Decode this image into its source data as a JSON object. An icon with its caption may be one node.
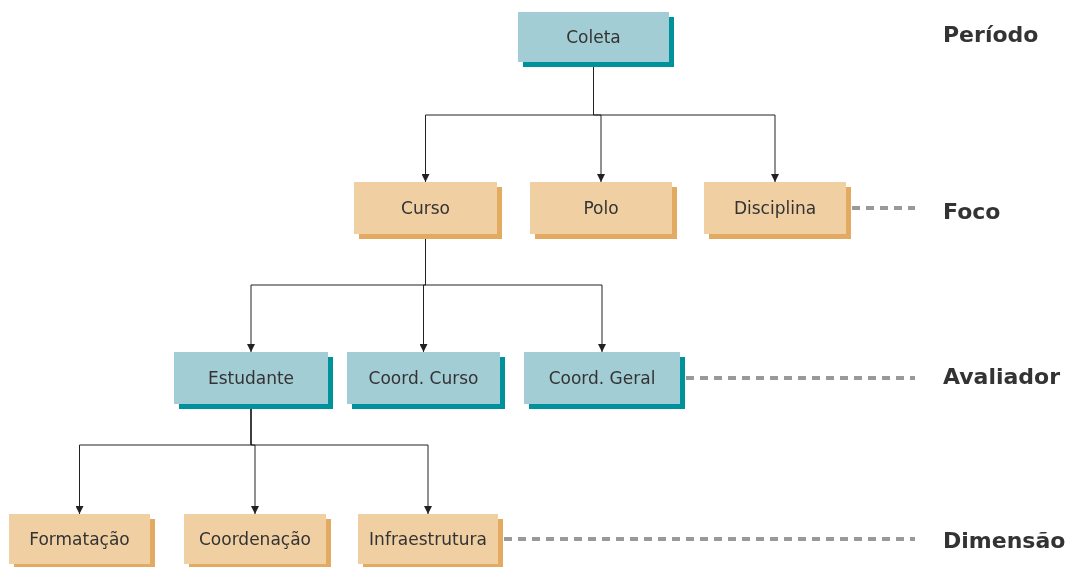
{
  "diagram": {
    "nodes": [
      {
        "text": [
          "Coleta"
        ]
      },
      {
        "text": [
          "Curso"
        ]
      },
      {
        "text": [
          "Polo"
        ]
      },
      {
        "text": [
          "Disciplina"
        ]
      },
      {
        "text": [
          "Estudante"
        ]
      },
      {
        "text": [
          "Coord. Curso"
        ]
      },
      {
        "text": [
          "Coord. Geral"
        ]
      },
      {
        "text": [
          "Formatação"
        ]
      },
      {
        "text": [
          "Coordenação"
        ]
      },
      {
        "text": [
          "Infraestrutura"
        ]
      },
      {
        "text": [
          "Foco"
        ]
      },
      {
        "text": [
          "Avaliador"
        ]
      },
      {
        "text": [
          "Dimensão"
        ]
      }
    ],
    "edges": [
      {
        "from": 0,
        "to": 1,
        "arrow": "to"
      },
      {
        "from": 0,
        "to": 2,
        "arrow": "to"
      },
      {
        "from": 0,
        "to": 3,
        "arrow": "to"
      },
      {
        "from": 1,
        "to": 4,
        "arrow": "to"
      },
      {
        "from": 1,
        "to": 5,
        "arrow": "to"
      },
      {
        "from": 1,
        "to": 6,
        "arrow": "to"
      },
      {
        "from": 4,
        "to": 7,
        "arrow": "to"
      },
      {
        "from": 4,
        "to": 8,
        "arrow": "to"
      },
      {
        "from": 4,
        "to": 9,
        "arrow": "to"
      },
      {
        "from": 3,
        "to": 10,
        "arrow": "none",
        "style": "dashed",
        "color": "#999999"
      },
      {
        "from": 6,
        "to": 11,
        "arrow": "none",
        "style": "dashed",
        "color": "#999999"
      },
      {
        "from": 9,
        "to": 12,
        "arrow": "none",
        "style": "dashed",
        "color": "#999999"
      }
    ],
    "labels": [
      "Período"
    ]
  }
}
